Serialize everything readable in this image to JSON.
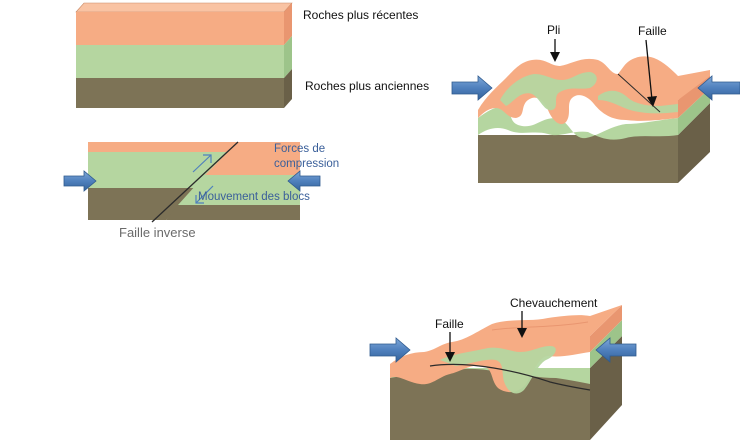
{
  "labels": {
    "recent": "Roches plus récentes",
    "old": "Roches plus anciennes",
    "forces_line1": "Forces de",
    "forces_line2": "compression",
    "movement": "Mouvement des blocs",
    "reverse_fault": "Faille inverse",
    "fold": "Pli",
    "fault_top": "Faille",
    "thrust": "Chevauchement",
    "fault_bottom": "Faille"
  },
  "colors": {
    "salmon": "#f6ac84",
    "salmon_dark": "#e99670",
    "green": "#b5d6a0",
    "green_dark": "#9dc48a",
    "brown": "#7d7356",
    "brown_dark": "#6a6048",
    "arrow": "#4f80bd",
    "arrow_outline": "#2f5b8f"
  }
}
